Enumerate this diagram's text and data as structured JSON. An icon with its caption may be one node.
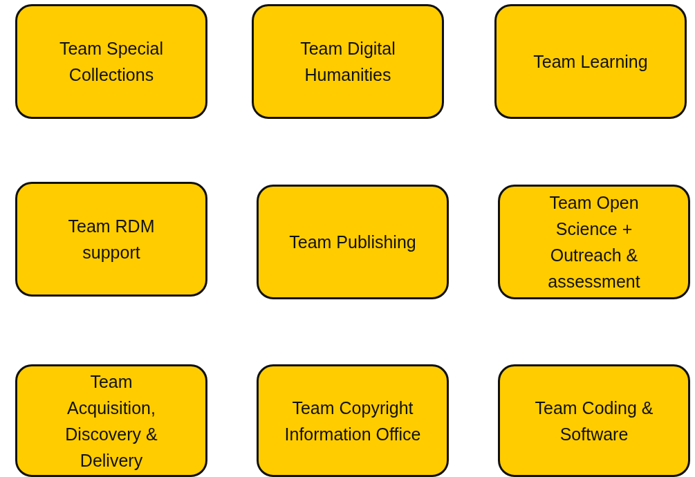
{
  "diagram": {
    "nodes": [
      {
        "text": [
          "Team Special Collections"
        ]
      },
      {
        "text": [
          "Team Digital Humanities"
        ]
      },
      {
        "text": [
          "Team Learning"
        ]
      },
      {
        "text": [
          "Team RDM support"
        ]
      },
      {
        "text": [
          "Team Publishing"
        ]
      },
      {
        "text": [
          "Team Open Science + Outreach & assessment"
        ]
      },
      {
        "text": [
          "Team Acquisition, Discovery & Delivery"
        ]
      },
      {
        "text": [
          "Team Copyright Information Office"
        ]
      },
      {
        "text": [
          "Team Coding & Software"
        ]
      }
    ]
  }
}
